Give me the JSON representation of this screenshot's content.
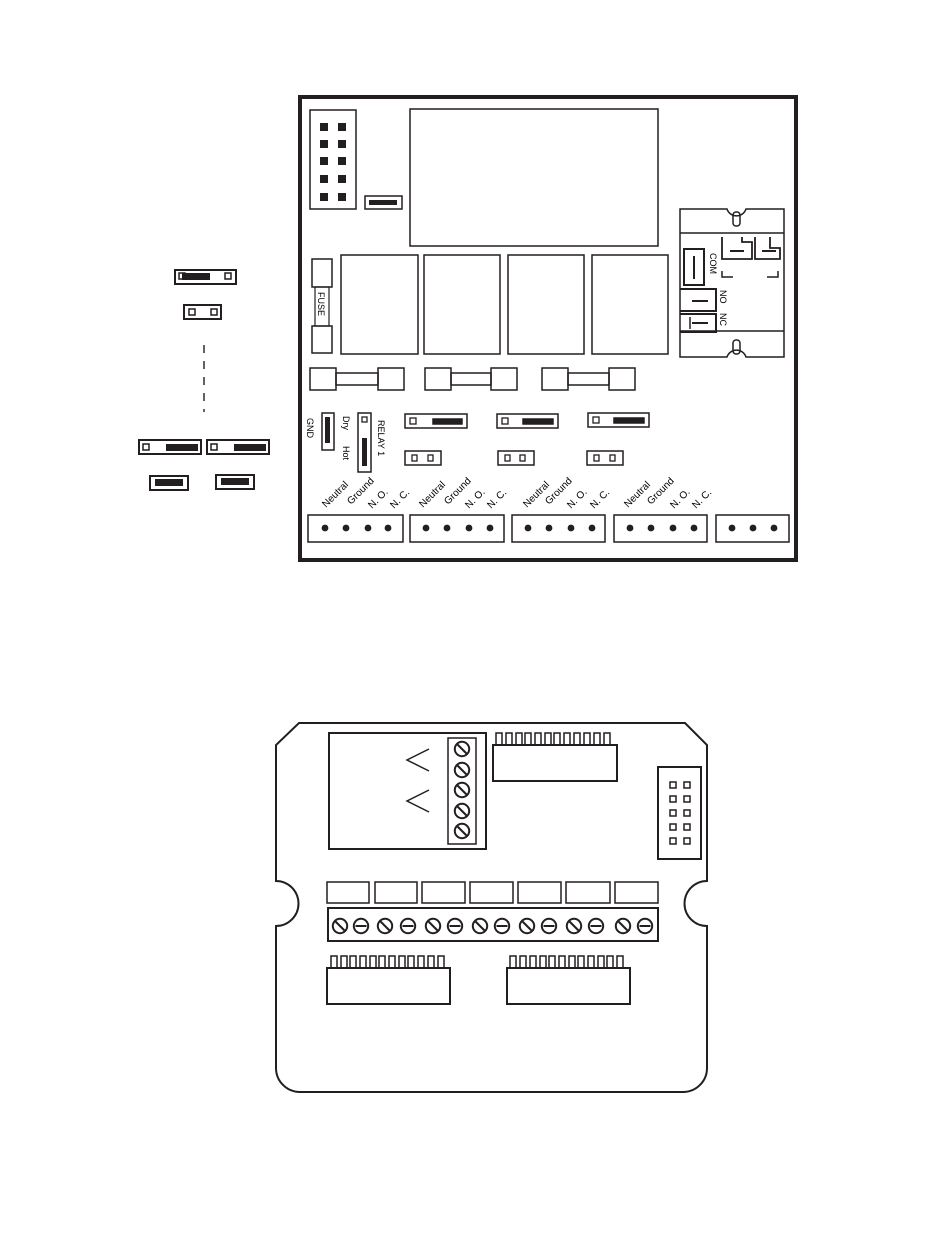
{
  "relay_board": {
    "fuse_label": "FUSE",
    "gnd_label": "GND",
    "dry_label": "Dry",
    "hot_label": "Hot",
    "relay_label": "RELAY 1",
    "relay_contact_labels": {
      "com": "COM",
      "no": "NO",
      "nc": "NC"
    },
    "terminal_groups": [
      {
        "labels": [
          "Neutral",
          "Ground",
          "N. O.",
          "N. C."
        ]
      },
      {
        "labels": [
          "Neutral",
          "Ground",
          "N. O.",
          "N. C."
        ]
      },
      {
        "labels": [
          "Neutral",
          "Ground",
          "N. O.",
          "N. C."
        ]
      },
      {
        "labels": [
          "Neutral",
          "Ground",
          "N. O.",
          "N. C."
        ]
      }
    ]
  },
  "colors": {
    "ink": "#231f20",
    "background": "#ffffff"
  }
}
